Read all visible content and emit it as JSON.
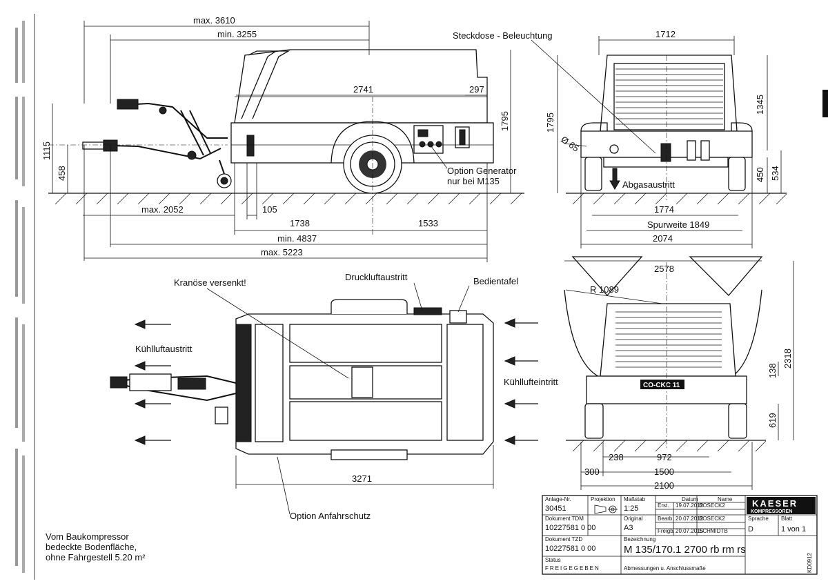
{
  "side_view": {
    "dims": {
      "max_length_top": "max. 3610",
      "min_length_top": "min. 3255",
      "body_length": "2741",
      "rear_overhang": "297",
      "height_total": "1795",
      "hitch_height": "1115",
      "ground_clear": "458",
      "max_drawbar": "max. 2052",
      "offset": "105",
      "front_to_axle": "1738",
      "axle_to_rear": "1533",
      "min_total": "min. 4837",
      "max_total": "max. 5223"
    },
    "labels": {
      "option_generator_1": "Option Generator",
      "option_generator_2": "nur bei M135"
    }
  },
  "rear_view": {
    "dims": {
      "width_top": "1712",
      "height_upper": "1345",
      "height_low": "450",
      "height_mid": "534",
      "diameter": "Ø 65",
      "track_inner": "1774",
      "track": "Spurweite 1849",
      "width_total": "2074"
    },
    "labels": {
      "socket": "Steckdose - Beleuchtung",
      "exhaust": "Abgasaustritt"
    }
  },
  "top_view": {
    "dims": {
      "length": "3271"
    },
    "labels": {
      "crane_eye": "Kranöse versenkt!",
      "air_outlet_compressed": "Druckluftaustritt",
      "control_panel": "Bedientafel",
      "cooling_air_out": "Kühlluftaustritt",
      "cooling_air_in": "Kühllufteintritt",
      "collision_guard": "Option Anfahrschutz"
    }
  },
  "open_view": {
    "dims": {
      "width_open": "2578",
      "radius": "R 1089",
      "height_open": "2318",
      "dim_138": "138",
      "dim_619": "619",
      "dim_238": "238",
      "dim_972": "972",
      "dim_300": "300",
      "dim_1500": "1500",
      "dim_2100": "2100"
    },
    "plate": "CO-CKC 11"
  },
  "footnote": {
    "line1": "Vom Baukompressor",
    "line2": "bedeckte Bodenfläche,",
    "line3": "ohne Fahrgestell 5.20 m²"
  },
  "title_block": {
    "h_anlage": "Anlage-Nr.",
    "anlage": "30451",
    "h_projektion": "Projektion",
    "h_massstab": "Maßstab",
    "massstab": "1:25",
    "h_datum": "Datum",
    "h_name": "Name",
    "r_erst": "Erst.",
    "r_erst_datum": "19.07.2012",
    "r_erst_name": "BOSECK2",
    "r_bearb": "Bearb.",
    "r_bearb_datum": "20.07.2012",
    "r_bearb_name": "BOSECK2",
    "r_freig": "Freigb.",
    "r_freig_datum": "20.07.2015",
    "r_freig_name": "SCHMIDTB",
    "h_doc_tdm": "Dokument TDM",
    "doc_tdm": "10227581 0 00",
    "h_original": "Original",
    "original": "A3",
    "h_doc_tzd": "Dokument TZD",
    "doc_tzd": "10227581 0 00",
    "h_bezeichnung": "Bezeichnung",
    "bezeichnung": "M 135/170.1 2700 rb rm rs",
    "bezeichnung_sub": "Abmessungen u. Anschlussmaße",
    "h_status": "Status",
    "status": "FREIGEGEBEN",
    "h_sprache": "Sprache",
    "sprache": "D",
    "h_blatt": "Blatt",
    "blatt": "1 von 1",
    "brand_1": "KAESER",
    "brand_2": "KOMPRESSOREN",
    "sheet_code": "KD0912"
  }
}
